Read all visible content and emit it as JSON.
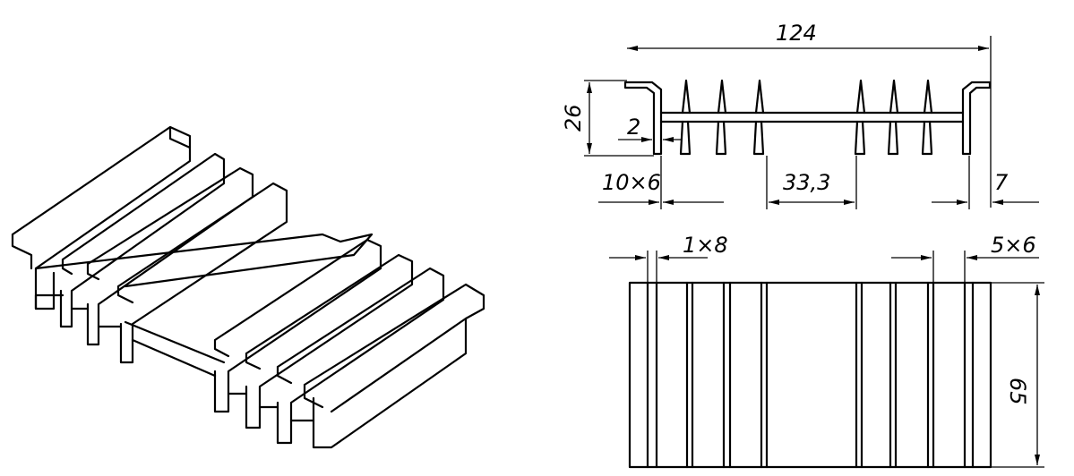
{
  "colors": {
    "ink": "#000000",
    "paper": "#ffffff"
  },
  "dimensions": {
    "overall_width": "124",
    "height": "26",
    "wall": "2",
    "fin_a": "10×6",
    "center_gap": "33,3",
    "edge": "7",
    "side_strip": "1×8",
    "right_strip": "5×6",
    "length": "65"
  }
}
